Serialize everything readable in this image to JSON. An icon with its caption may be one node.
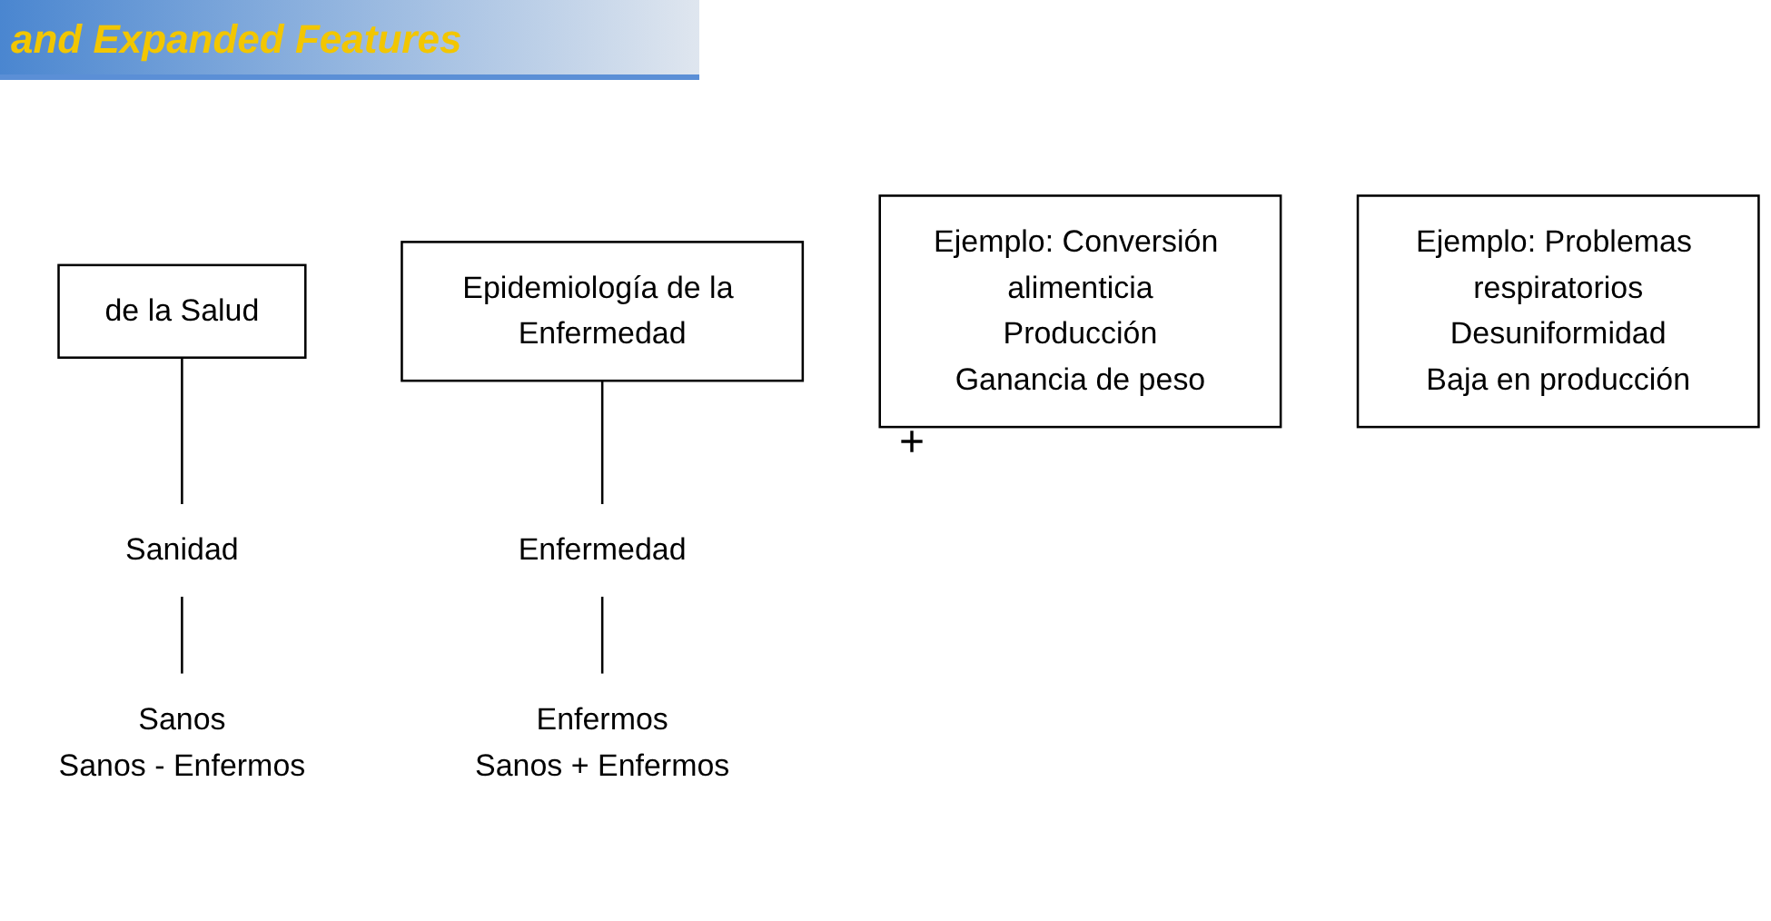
{
  "diagram": {
    "nodes": [
      {
        "text": [
          "de la Salud"
        ]
      },
      {
        "text": [
          "Sanidad"
        ]
      },
      {
        "text": [
          "Sanos",
          "Sanos - Enfermos"
        ]
      },
      {
        "text": [
          "Epidemiología de la Enfermedad"
        ]
      },
      {
        "text": [
          "Enfermedad"
        ]
      },
      {
        "text": [
          "Enfermos",
          "Sanos + Enfermos"
        ]
      },
      {
        "text": [
          "Ejemplo: Conversión alimenticia",
          "Producción",
          "Ganancia de peso"
        ]
      },
      {
        "text": [
          "Ejemplo: Problemas respiratorios",
          "Desuniformidad",
          "Baja en producción"
        ]
      }
    ],
    "edges": [
      {
        "from": 0,
        "to": 1,
        "arrow": "none"
      },
      {
        "from": 1,
        "to": 2,
        "arrow": "none"
      },
      {
        "from": 3,
        "to": 4,
        "arrow": "none"
      },
      {
        "from": 4,
        "to": 5,
        "arrow": "none"
      }
    ],
    "labels": [
      "and Expanded Features",
      "+"
    ]
  }
}
